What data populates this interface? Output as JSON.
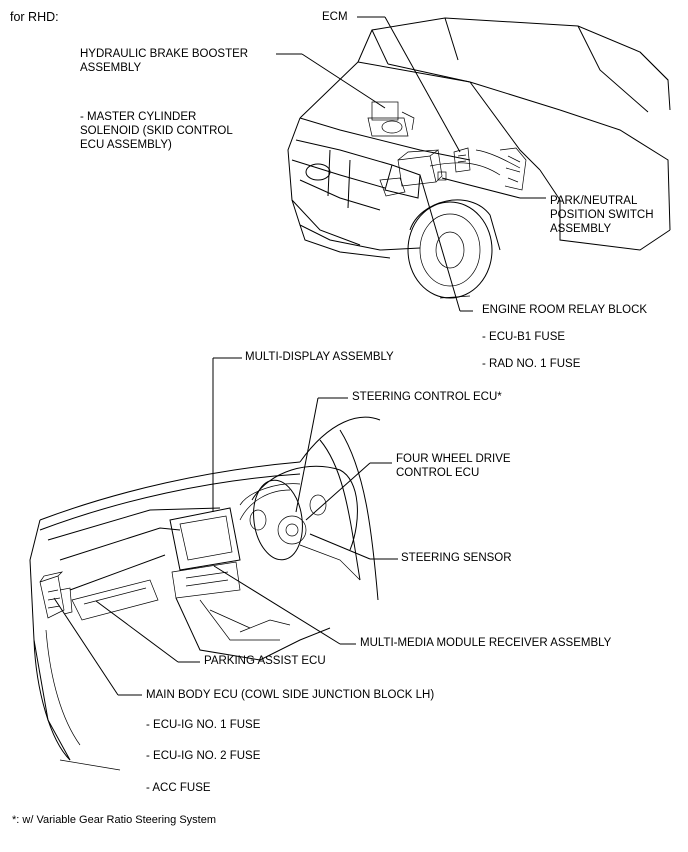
{
  "header": "for RHD:",
  "footnote": "*: w/ Variable Gear Ratio Steering System",
  "labels": {
    "ecm": "ECM",
    "brake_booster_1": "HYDRAULIC BRAKE BOOSTER",
    "brake_booster_2": "ASSEMBLY",
    "master_cyl_1": "- MASTER CYLINDER",
    "master_cyl_2": "SOLENOID (SKID CONTROL",
    "master_cyl_3": "ECU ASSEMBLY)",
    "park_neutral_1": "PARK/NEUTRAL",
    "park_neutral_2": "POSITION SWITCH",
    "park_neutral_3": "ASSEMBLY",
    "relay_block": "ENGINE ROOM RELAY BLOCK",
    "ecu_b1_fuse": "- ECU-B1 FUSE",
    "rad_fuse": "- RAD NO. 1 FUSE",
    "multi_display": "MULTI-DISPLAY ASSEMBLY",
    "steering_control": "STEERING CONTROL ECU*",
    "four_wheel_1": "FOUR WHEEL DRIVE",
    "four_wheel_2": "CONTROL ECU",
    "steering_sensor": "STEERING SENSOR",
    "multimedia": "MULTI-MEDIA MODULE RECEIVER ASSEMBLY",
    "parking_assist": "PARKING ASSIST ECU",
    "main_body": "MAIN BODY ECU (COWL SIDE JUNCTION BLOCK LH)",
    "ecu_ig1": "- ECU-IG NO. 1 FUSE",
    "ecu_ig2": "- ECU-IG NO. 2 FUSE",
    "acc_fuse": "- ACC FUSE"
  }
}
